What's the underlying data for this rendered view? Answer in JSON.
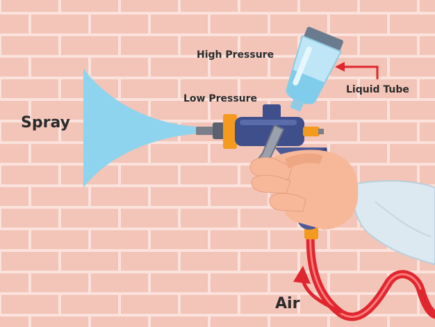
{
  "labels": {
    "high_pressure": "High Pressure",
    "low_pressure": "Low Pressure",
    "liquid_tube": "Liquid Tube",
    "spray": "Spray",
    "air": "Air"
  },
  "colors": {
    "wall": "#f3c4b8",
    "mortar": "#fbe2dc",
    "spray": "#8ed4ee",
    "cup": "#a9ddf3",
    "gun_body": "#3f4f8c",
    "accent_orange": "#f39a1f",
    "arrow_red": "#e0262e",
    "hose_red": "#e0262e",
    "skin": "#f7b89a"
  }
}
